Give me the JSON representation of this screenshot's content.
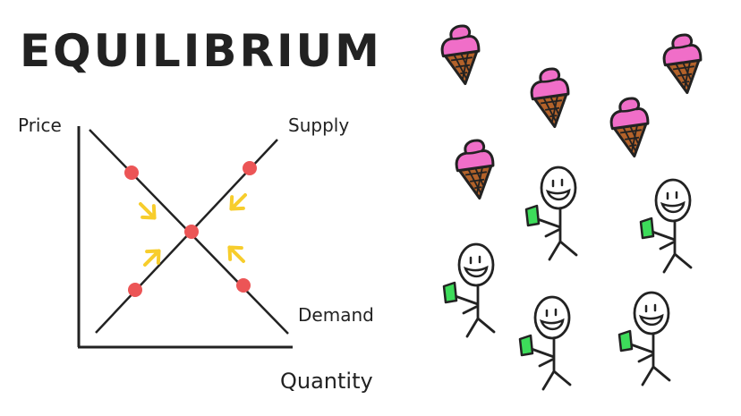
{
  "title": "EQUILIBRIUM",
  "labels": {
    "y_axis": "Price",
    "x_axis": "Quantity",
    "supply": "Supply",
    "demand": "Demand"
  },
  "colors": {
    "ink": "#222222",
    "point": "#ec5556",
    "arrow": "#f7cd2c",
    "scoop": "#f06ec8",
    "cone": "#b3622a",
    "money": "#3ddc5a"
  },
  "chart_data": {
    "type": "line",
    "title": "EQUILIBRIUM",
    "xlabel": "Quantity",
    "ylabel": "Price",
    "series": [
      {
        "name": "Demand",
        "x": [
          0,
          10
        ],
        "y": [
          10,
          0
        ]
      },
      {
        "name": "Supply",
        "x": [
          0,
          10
        ],
        "y": [
          0,
          10
        ]
      }
    ],
    "points": [
      {
        "label": "equilibrium",
        "x": 5,
        "y": 5
      },
      {
        "label": "demand-high",
        "x": 2.3,
        "y": 7.7
      },
      {
        "label": "demand-low",
        "x": 7.8,
        "y": 2.2
      },
      {
        "label": "supply-high",
        "x": 8,
        "y": 8
      },
      {
        "label": "supply-low",
        "x": 2.4,
        "y": 2.4
      }
    ],
    "annotations": [
      "4 yellow arrows pointing toward equilibrium"
    ],
    "grid": false
  },
  "illustration": {
    "ice_cream_cones": 5,
    "stick_figures_with_money": 5
  }
}
